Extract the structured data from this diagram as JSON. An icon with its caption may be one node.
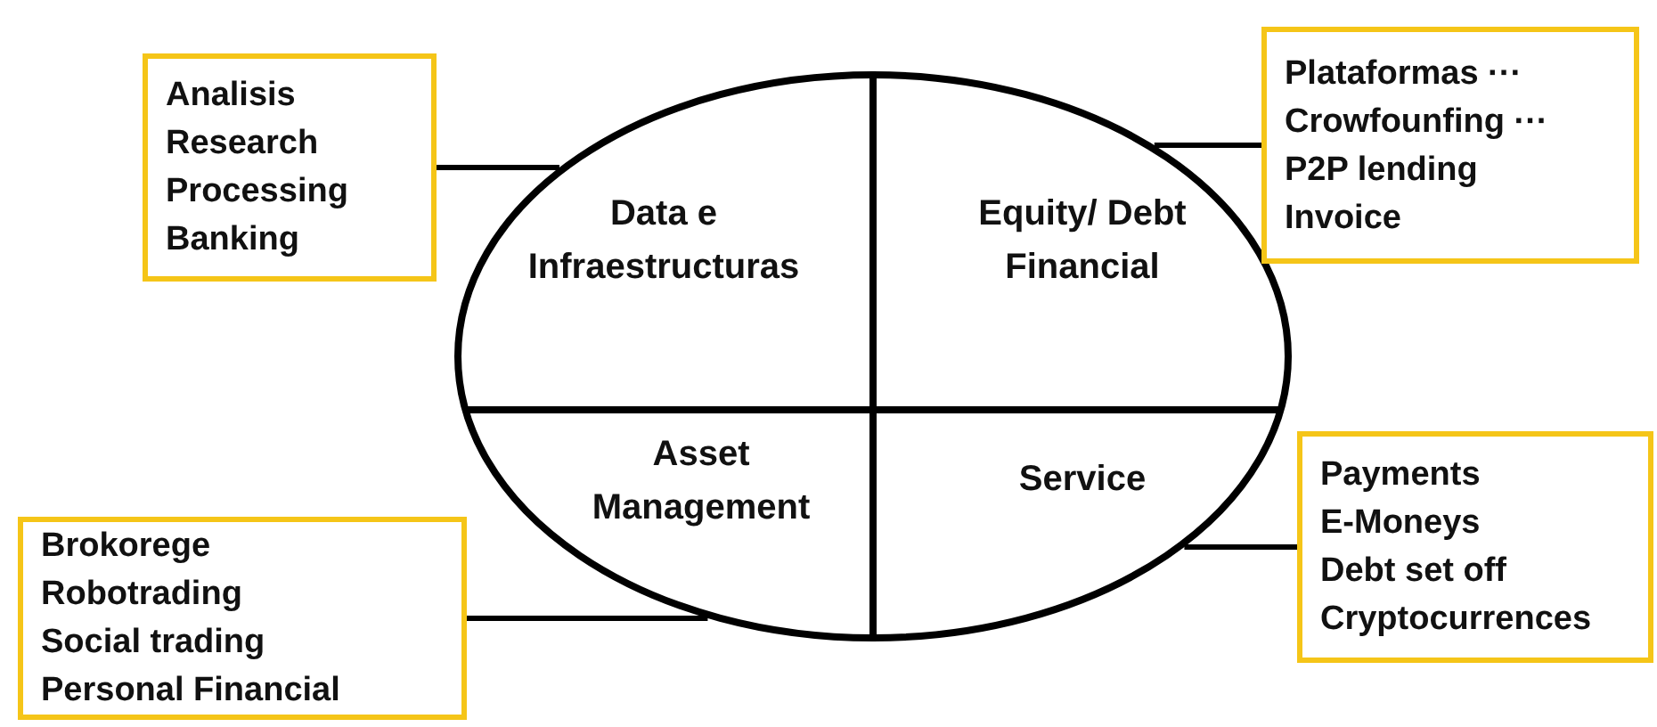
{
  "diagram": {
    "nodes": [
      {
        "text": [],
        "shape": "ellipse"
      },
      {
        "text": [
          "Data e Infraestructuras"
        ],
        "in": 0
      },
      {
        "text": [
          "Equity/ Debt Financial"
        ],
        "in": 0
      },
      {
        "text": [
          "Asset Management"
        ],
        "in": 0
      },
      {
        "text": [
          "Service"
        ],
        "in": 0
      },
      {
        "text": [
          "Analisis",
          "Research",
          "Processing",
          "Banking"
        ]
      },
      {
        "text": [
          "Plataformas ···",
          "Crowfounfing ···",
          "P2P lending",
          "Invoice"
        ]
      },
      {
        "text": [
          "Brokorege",
          "Robotrading",
          "Social trading",
          "Personal Financial"
        ]
      },
      {
        "text": [
          "Payments",
          "E-Moneys",
          "Debt set off",
          "Cryptocurrences"
        ]
      }
    ],
    "edges": [
      {
        "from": 5,
        "to": 1,
        "arrow": "none"
      },
      {
        "from": 6,
        "to": 2,
        "arrow": "none"
      },
      {
        "from": 7,
        "to": 3,
        "arrow": "none"
      },
      {
        "from": 8,
        "to": 4,
        "arrow": "none"
      }
    ]
  }
}
